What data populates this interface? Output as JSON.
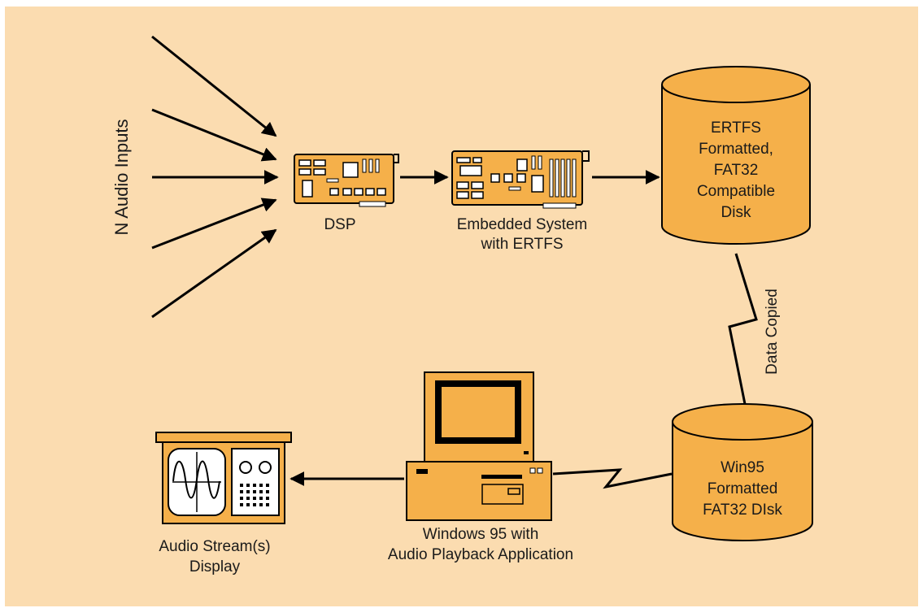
{
  "colors": {
    "background": "#fbdcb0",
    "component": "#f5b04a",
    "stroke": "#000000"
  },
  "labels": {
    "inputs": "N Audio Inputs",
    "dsp": "DSP",
    "embedded_line1": "Embedded System",
    "embedded_line2": "with ERTFS",
    "ertfs_disk_line1": "ERTFS",
    "ertfs_disk_line2": "Formatted,",
    "ertfs_disk_line3": "FAT32",
    "ertfs_disk_line4": "Compatible",
    "ertfs_disk_line5": "Disk",
    "data_copied": "Data Copied",
    "win95_disk_line1": "Win95",
    "win95_disk_line2": "Formatted",
    "win95_disk_line3": "FAT32 DIsk",
    "pc_line1": "Windows 95 with",
    "pc_line2": "Audio Playback Application",
    "display_line1": "Audio Stream(s)",
    "display_line2": "Display"
  }
}
